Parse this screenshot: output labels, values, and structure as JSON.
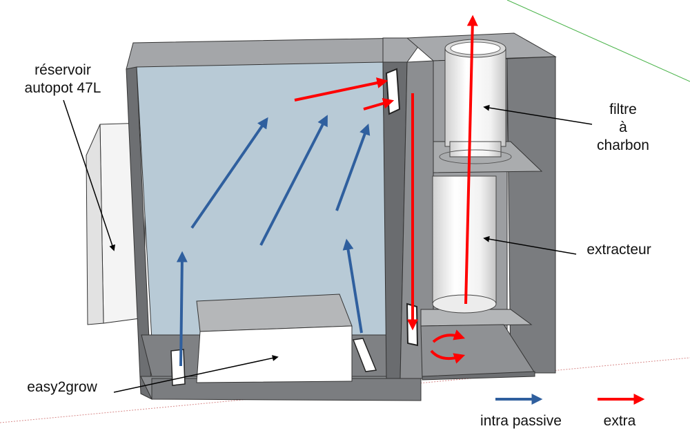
{
  "labels": {
    "reservoir_line1": "réservoir",
    "reservoir_line2": "autopot 47L",
    "filter_line1": "filtre",
    "filter_line2": "à",
    "filter_line3": "charbon",
    "extractor": "extracteur",
    "easy2grow": "easy2grow"
  },
  "legend": {
    "passive_label": "intra passive",
    "extra_label": "extra"
  },
  "colors": {
    "passive_arrow": "#2f5f9e",
    "extra_arrow": "#ff0000",
    "wall": "#7f8184",
    "interior": "#b8cad6"
  }
}
